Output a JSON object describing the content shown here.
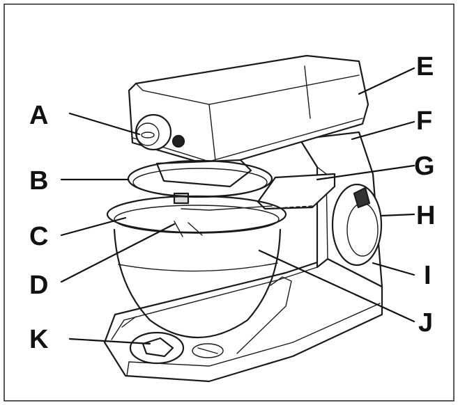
{
  "callouts": {
    "a": "A",
    "b": "B",
    "c": "C",
    "d": "D",
    "e": "E",
    "f": "F",
    "g": "G",
    "h": "H",
    "i": "I",
    "j": "J",
    "k": "K"
  },
  "colors": {
    "line": "#1a1a1a",
    "background": "#ffffff",
    "shade": "#d9d9d9"
  }
}
